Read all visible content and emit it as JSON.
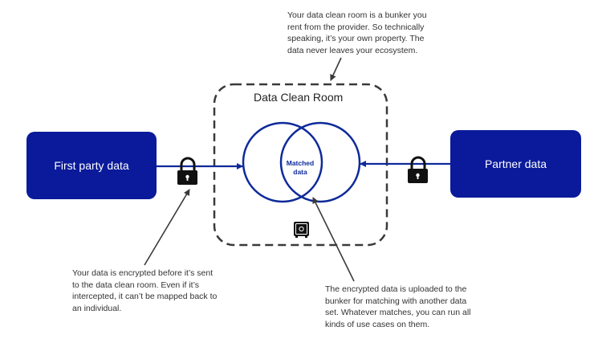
{
  "first_party": {
    "label": "First party data"
  },
  "partner": {
    "label": "Partner data"
  },
  "clean_room": {
    "title": "Data Clean Room",
    "matched_label": "Matched data"
  },
  "notes": {
    "top": "Your data clean room is a bunker you rent from the provider. So technically speaking, it’s your own property. The data never leaves your ecosystem.",
    "bottom_left": "Your data is encrypted before it’s sent to the data clean room. Even if it’s intercepted, it can’t be mapped back to an individual.",
    "bottom_right": "The encrypted data is uploaded to the bunker for matching with another data set. Whatever matches, you can run all kinds of use cases on them."
  },
  "icons": [
    "lock-icon",
    "lock-icon",
    "safe-icon"
  ],
  "colors": {
    "box": "#0a1a9a",
    "circle": "#0e2a9a",
    "text": "#333333"
  }
}
